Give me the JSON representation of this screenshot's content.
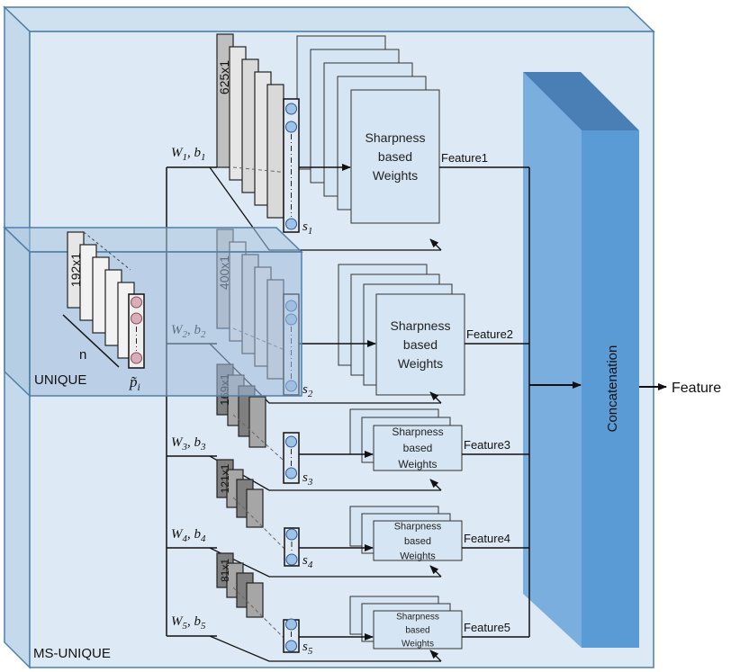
{
  "outer_box_label": "MS-UNIQUE",
  "inner_box_label": "UNIQUE",
  "input": {
    "dim": "192x1",
    "count_label": "n",
    "vector_label": "p̃",
    "vector_sub": "i"
  },
  "concat_label": "Concatenation",
  "output_label": "Feature",
  "branches": [
    {
      "id": 1,
      "w": "W",
      "b": "b",
      "sub": "1",
      "dim": "625x1",
      "s": "s",
      "weights_lines": [
        "Sharpness",
        "based",
        "Weights"
      ],
      "feature": "Feature1"
    },
    {
      "id": 2,
      "w": "W",
      "b": "b",
      "sub": "2",
      "dim": "400x1",
      "s": "s",
      "weights_lines": [
        "Sharpness",
        "based",
        "Weights"
      ],
      "feature": "Feature2"
    },
    {
      "id": 3,
      "w": "W",
      "b": "b",
      "sub": "3",
      "dim": "169x1",
      "s": "s",
      "weights_lines": [
        "Sharpness",
        "based",
        "Weights"
      ],
      "feature": "Feature3"
    },
    {
      "id": 4,
      "w": "W",
      "b": "b",
      "sub": "4",
      "dim": "121x1",
      "s": "s",
      "weights_lines": [
        "Sharpness",
        "based",
        "Weights"
      ],
      "feature": "Feature4"
    },
    {
      "id": 5,
      "w": "W",
      "b": "b",
      "sub": "5",
      "dim": "81x1",
      "s": "s",
      "weights_lines": [
        "Sharpness",
        "based",
        "Weights"
      ],
      "feature": "Feature5"
    }
  ],
  "colors": {
    "outer_box_fill": "#dde9f4",
    "outer_box_stroke": "#4f7fa8",
    "inner_box_fill": "#a9c4df",
    "concat_front": "#5b9bd5",
    "concat_side": "#4a83b8",
    "concat_top": "#3f76a8",
    "weights_fill": "#d6e5f3",
    "node_blue": "#9dc3e6",
    "node_pink": "#d9aeb8"
  }
}
